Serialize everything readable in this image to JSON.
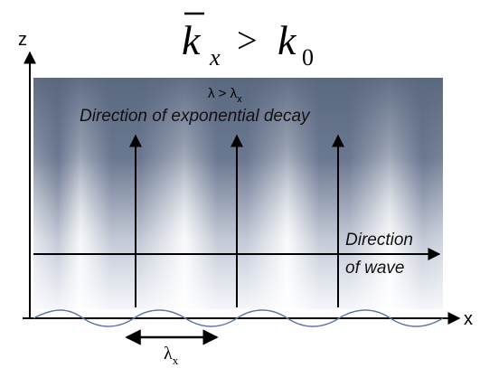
{
  "equation": {
    "k_symbol": "k",
    "k_subscript": "x",
    "relation": ">",
    "k0_symbol": "k",
    "k0_subscript": "0"
  },
  "axes": {
    "z_label": "z",
    "x_label": "x"
  },
  "labels": {
    "wavelength_condition_main": "λ > λ",
    "wavelength_condition_sub": "x",
    "decay_direction": "Direction of exponential decay",
    "wave_direction_line1": "Direction",
    "wave_direction_line2": "of wave",
    "wavelength_main": "λ",
    "wavelength_sub": "x"
  },
  "colors": {
    "field_dark": "#5a6880",
    "field_mid": "#8e9ab0",
    "field_light": "#f4f6fa",
    "arrow": "#000000",
    "wave": "#5b78a8"
  }
}
